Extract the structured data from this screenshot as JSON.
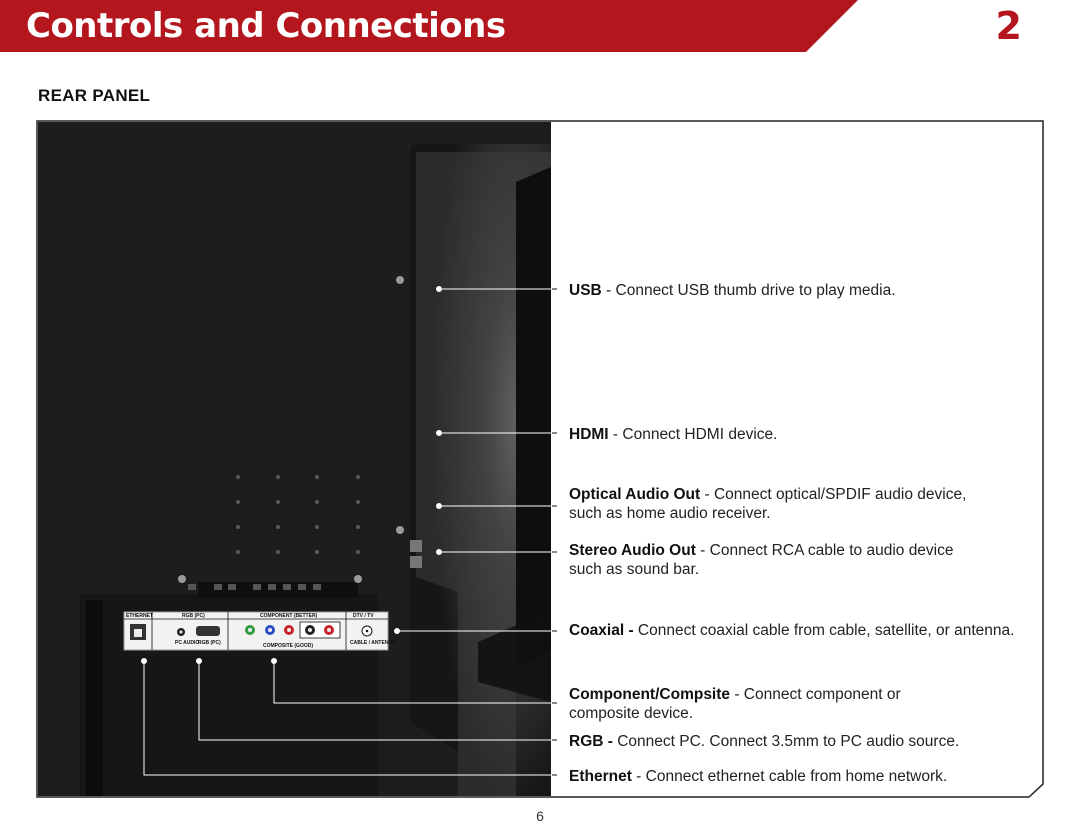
{
  "header": {
    "title": "Controls and Connections",
    "chapter": "2"
  },
  "section_title": "REAR PANEL",
  "panel_labels": {
    "ethernet": "ETHERNET",
    "rgb": "RGB (PC)",
    "component": "COMPONENT (BETTER)",
    "dtv": "DTV / TV",
    "pc_audio": "PC AUDIO",
    "rgb_pc": "RGB (PC)",
    "composite": "COMPOSITE (GOOD)",
    "cable": "CABLE / ANTENNA"
  },
  "callouts": [
    {
      "term": "USB",
      "text": " - Connect USB thumb drive to play media."
    },
    {
      "term": "HDMI",
      "text": " - Connect HDMI device."
    },
    {
      "term": "Optical Audio Out",
      "text": " - Connect optical/SPDIF audio device, such as home audio receiver."
    },
    {
      "term": "Stereo Audio Out",
      "text": " - Connect RCA cable to audio device such as sound bar."
    },
    {
      "term": "Coaxial -",
      "text": " Connect coaxial cable from cable, satellite, or antenna."
    },
    {
      "term": "Component/Compsite",
      "text": " - Connect component or composite device."
    },
    {
      "term": "RGB -",
      "text": " Connect PC. Connect 3.5mm to PC audio source."
    },
    {
      "term": "Ethernet",
      "text": " - Connect ethernet cable from home network."
    }
  ],
  "page_number": "6",
  "colors": {
    "brand_red": "#b3161c"
  }
}
